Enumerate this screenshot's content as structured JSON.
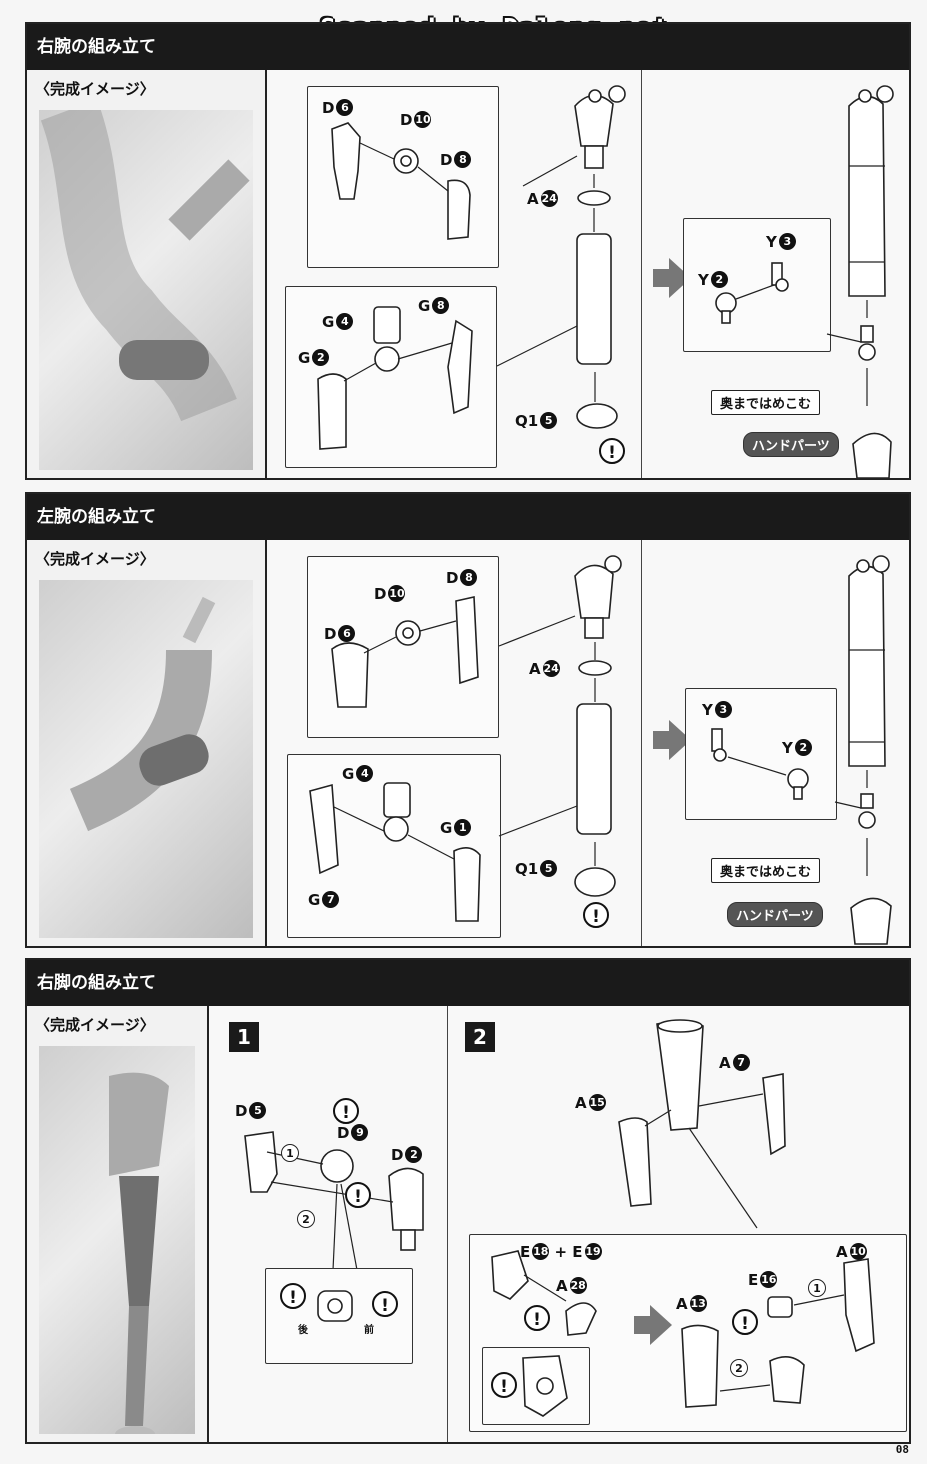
{
  "watermark": "Scanned by Dalong.net",
  "page_number": "08",
  "sections": {
    "right_arm": {
      "title": "右腕の組み立て",
      "image_title": "〈完成イメージ〉",
      "labels": {
        "d6": {
          "letter": "D",
          "num": "6"
        },
        "d10": {
          "letter": "D",
          "num": "10"
        },
        "d8": {
          "letter": "D",
          "num": "8"
        },
        "a24": {
          "letter": "A",
          "num": "24"
        },
        "g4": {
          "letter": "G",
          "num": "4"
        },
        "g8": {
          "letter": "G",
          "num": "8"
        },
        "g2": {
          "letter": "G",
          "num": "2"
        },
        "q1_5": {
          "letter": "Q1",
          "num": "5"
        },
        "y3": {
          "letter": "Y",
          "num": "3"
        },
        "y2": {
          "letter": "Y",
          "num": "2"
        }
      },
      "push_in_tag": "奥まではめこむ",
      "hand_tag": "ハンドパーツ",
      "warning": "!"
    },
    "left_arm": {
      "title": "左腕の組み立て",
      "image_title": "〈完成イメージ〉",
      "labels": {
        "d10": {
          "letter": "D",
          "num": "10"
        },
        "d8": {
          "letter": "D",
          "num": "8"
        },
        "d6": {
          "letter": "D",
          "num": "6"
        },
        "a24": {
          "letter": "A",
          "num": "24"
        },
        "g4": {
          "letter": "G",
          "num": "4"
        },
        "g1": {
          "letter": "G",
          "num": "1"
        },
        "g7": {
          "letter": "G",
          "num": "7"
        },
        "q1_5": {
          "letter": "Q1",
          "num": "5"
        },
        "y3": {
          "letter": "Y",
          "num": "3"
        },
        "y2": {
          "letter": "Y",
          "num": "2"
        }
      },
      "push_in_tag": "奥まではめこむ",
      "hand_tag": "ハンドパーツ",
      "warning": "!"
    },
    "right_leg": {
      "title": "右脚の組み立て",
      "image_title": "〈完成イメージ〉",
      "step1": {
        "number": "1",
        "labels": {
          "d5": {
            "letter": "D",
            "num": "5"
          },
          "d9": {
            "letter": "D",
            "num": "9"
          },
          "d2": {
            "letter": "D",
            "num": "2"
          }
        },
        "order1": "1",
        "order2": "2",
        "back": "後",
        "front": "前"
      },
      "step2": {
        "number": "2",
        "labels": {
          "a15": {
            "letter": "A",
            "num": "15"
          },
          "a7": {
            "letter": "A",
            "num": "7"
          },
          "e18": {
            "letter": "E",
            "num": "18"
          },
          "e19": {
            "letter": "E",
            "num": "19"
          },
          "a28": {
            "letter": "A",
            "num": "28"
          },
          "a13": {
            "letter": "A",
            "num": "13"
          },
          "e16": {
            "letter": "E",
            "num": "16"
          },
          "a10": {
            "letter": "A",
            "num": "10"
          }
        },
        "plus": "+",
        "order1": "1",
        "order2": "2"
      },
      "warning": "!"
    }
  },
  "colors": {
    "header_bg": "#1a1a1a",
    "arrow": "#777777",
    "number_badge": "#111111"
  }
}
